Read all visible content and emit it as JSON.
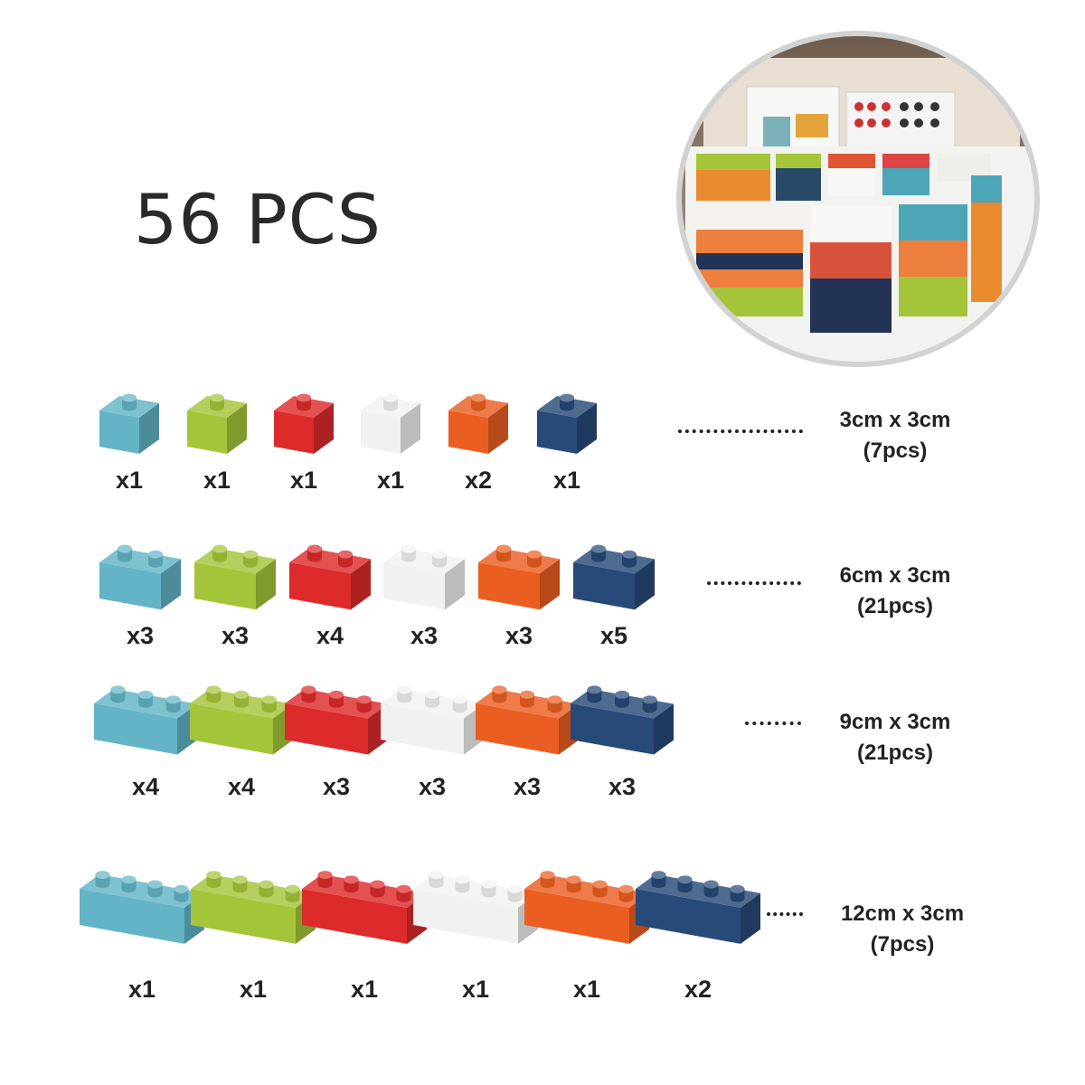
{
  "title": "56 PCS",
  "colors": {
    "teal": "#62b4c6",
    "lime": "#a4c53a",
    "red": "#dd2b2b",
    "white": "#f1f1f1",
    "orange": "#ea5e21",
    "navy": "#284a78"
  },
  "photo": {
    "icon": "product-box-photo"
  },
  "rows": [
    {
      "studs": 1,
      "size_label": "3cm x 3cm",
      "pcs_label": "(7pcs)",
      "items": [
        {
          "color": "teal",
          "count": "x1"
        },
        {
          "color": "lime",
          "count": "x1"
        },
        {
          "color": "red",
          "count": "x1"
        },
        {
          "color": "white",
          "count": "x1"
        },
        {
          "color": "orange",
          "count": "x2"
        },
        {
          "color": "navy",
          "count": "x1"
        }
      ]
    },
    {
      "studs": 2,
      "size_label": "6cm x 3cm",
      "pcs_label": "(21pcs)",
      "items": [
        {
          "color": "teal",
          "count": "x3"
        },
        {
          "color": "lime",
          "count": "x3"
        },
        {
          "color": "red",
          "count": "x4"
        },
        {
          "color": "white",
          "count": "x3"
        },
        {
          "color": "orange",
          "count": "x3"
        },
        {
          "color": "navy",
          "count": "x5"
        }
      ]
    },
    {
      "studs": 3,
      "size_label": "9cm x 3cm",
      "pcs_label": "(21pcs)",
      "items": [
        {
          "color": "teal",
          "count": "x4"
        },
        {
          "color": "lime",
          "count": "x4"
        },
        {
          "color": "red",
          "count": "x3"
        },
        {
          "color": "white",
          "count": "x3"
        },
        {
          "color": "orange",
          "count": "x3"
        },
        {
          "color": "navy",
          "count": "x3"
        }
      ]
    },
    {
      "studs": 4,
      "size_label": "12cm x 3cm",
      "pcs_label": "(7pcs)",
      "items": [
        {
          "color": "teal",
          "count": "x1"
        },
        {
          "color": "lime",
          "count": "x1"
        },
        {
          "color": "red",
          "count": "x1"
        },
        {
          "color": "white",
          "count": "x1"
        },
        {
          "color": "orange",
          "count": "x1"
        },
        {
          "color": "navy",
          "count": "x2"
        }
      ]
    }
  ]
}
